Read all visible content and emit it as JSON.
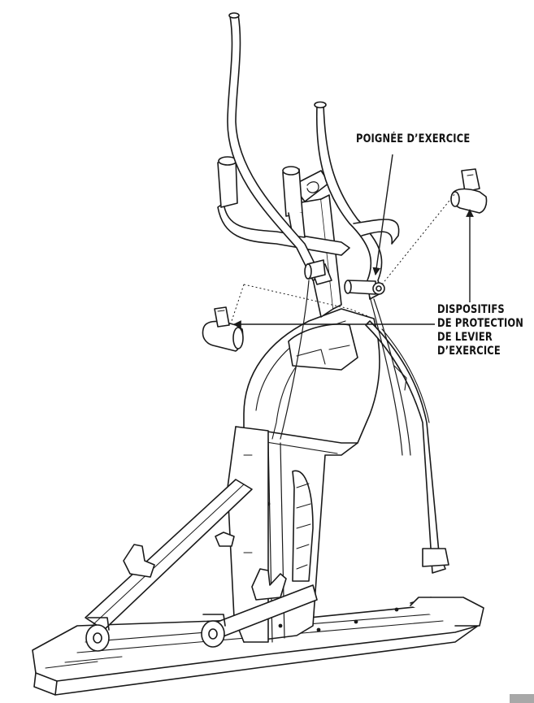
{
  "labels": {
    "exercise_handle": "POIGNÉE D’EXERCICE",
    "lever_guards": [
      "DISPOSITIFS",
      "DE PROTECTION",
      "DE LEVIER",
      "D’EXERCICE"
    ]
  },
  "colors": {
    "line": "#1a1a1a",
    "fill": "#ffffff",
    "page_tab": "#a8a8a8"
  },
  "icons": {
    "machine": "elliptical-trainer-illustration",
    "part_left": "lever-guard-left-icon",
    "part_right": "lever-guard-right-icon"
  }
}
